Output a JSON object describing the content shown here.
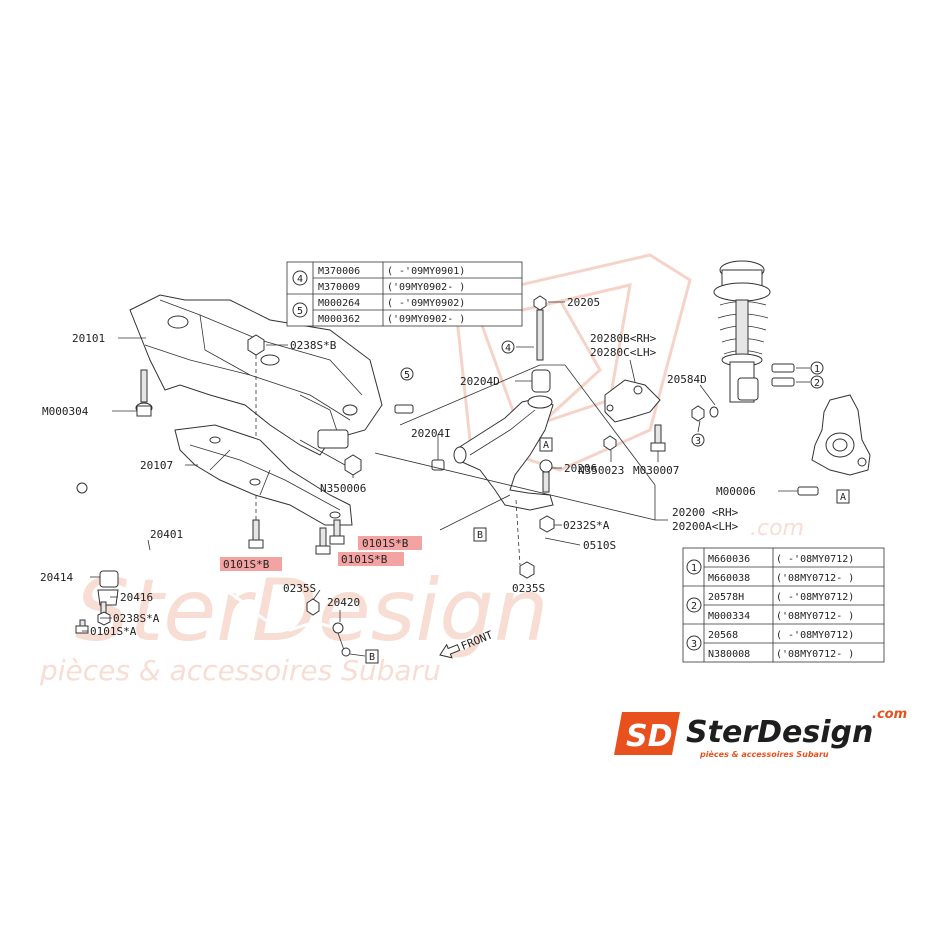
{
  "labels": {
    "p20101": "20101",
    "pM000304": "M000304",
    "p20107": "20107",
    "p0238SB": "0238S*B",
    "pN350006": "N350006",
    "p0101SB_left": "0101S*B",
    "p0101SB_mid1": "0101S*B",
    "p0101SB_mid2": "0101S*B",
    "p20401": "20401",
    "p20414": "20414",
    "p20416": "20416",
    "p0238SA": "0238S*A",
    "p0101SA": "0101S*A",
    "p0235S_left": "0235S",
    "p20420": "20420",
    "p20205": "20205",
    "p20204D": "20204D",
    "p20204I": "20204I",
    "p20206": "20206",
    "p0232SA": "0232S*A",
    "p0510S": "0510S",
    "p0235S_right": "0235S",
    "p20200RH": "20200 <RH>",
    "p20200ALH": "20200A<LH>",
    "p20280BRH": "20280B<RH>",
    "p20280CLH": "20280C<LH>",
    "pN350023": "N350023",
    "pM030007": "M030007",
    "p20584D": "20584D",
    "pM00006": "M00006",
    "front": "FRONT",
    "marker4": "4",
    "marker5": "5",
    "markerA1": "A",
    "markerA2": "A",
    "markerB1": "B",
    "markerB2": "B",
    "marker1": "1",
    "marker2": "2",
    "marker3": "3"
  },
  "table_top": {
    "rows": [
      {
        "group": "4",
        "part": "M370006",
        "range": "( -'09MY0901)"
      },
      {
        "group": "",
        "part": "M370009",
        "range": "('09MY0902- )"
      },
      {
        "group": "5",
        "part": "M000264",
        "range": "( -'09MY0902)"
      },
      {
        "group": "",
        "part": "M000362",
        "range": "('09MY0902- )"
      }
    ]
  },
  "table_right": {
    "rows": [
      {
        "group": "1",
        "part": "M660036",
        "range": "( -'08MY0712)"
      },
      {
        "group": "",
        "part": "M660038",
        "range": "('08MY0712- )"
      },
      {
        "group": "2",
        "part": "20578H",
        "range": "( -'08MY0712)"
      },
      {
        "group": "",
        "part": "M000334",
        "range": "('08MY0712- )"
      },
      {
        "group": "3",
        "part": "20568",
        "range": "( -'08MY0712)"
      },
      {
        "group": "",
        "part": "N380008",
        "range": "('08MY0712- )"
      }
    ]
  },
  "watermark": {
    "brand": "SterDesign",
    "dotcom": ".com",
    "tagline": "pièces & accessoires Subaru"
  },
  "logo": {
    "mark": "SD",
    "name": "SterDesign",
    "dotcom": ".com",
    "tagline": "pièces & accessoires Subaru"
  },
  "colors": {
    "highlight": "#f4a3a3",
    "logo_orange": "#e8501e",
    "logo_dark": "#1e1e1e",
    "watermark": "#f7ddd3"
  }
}
